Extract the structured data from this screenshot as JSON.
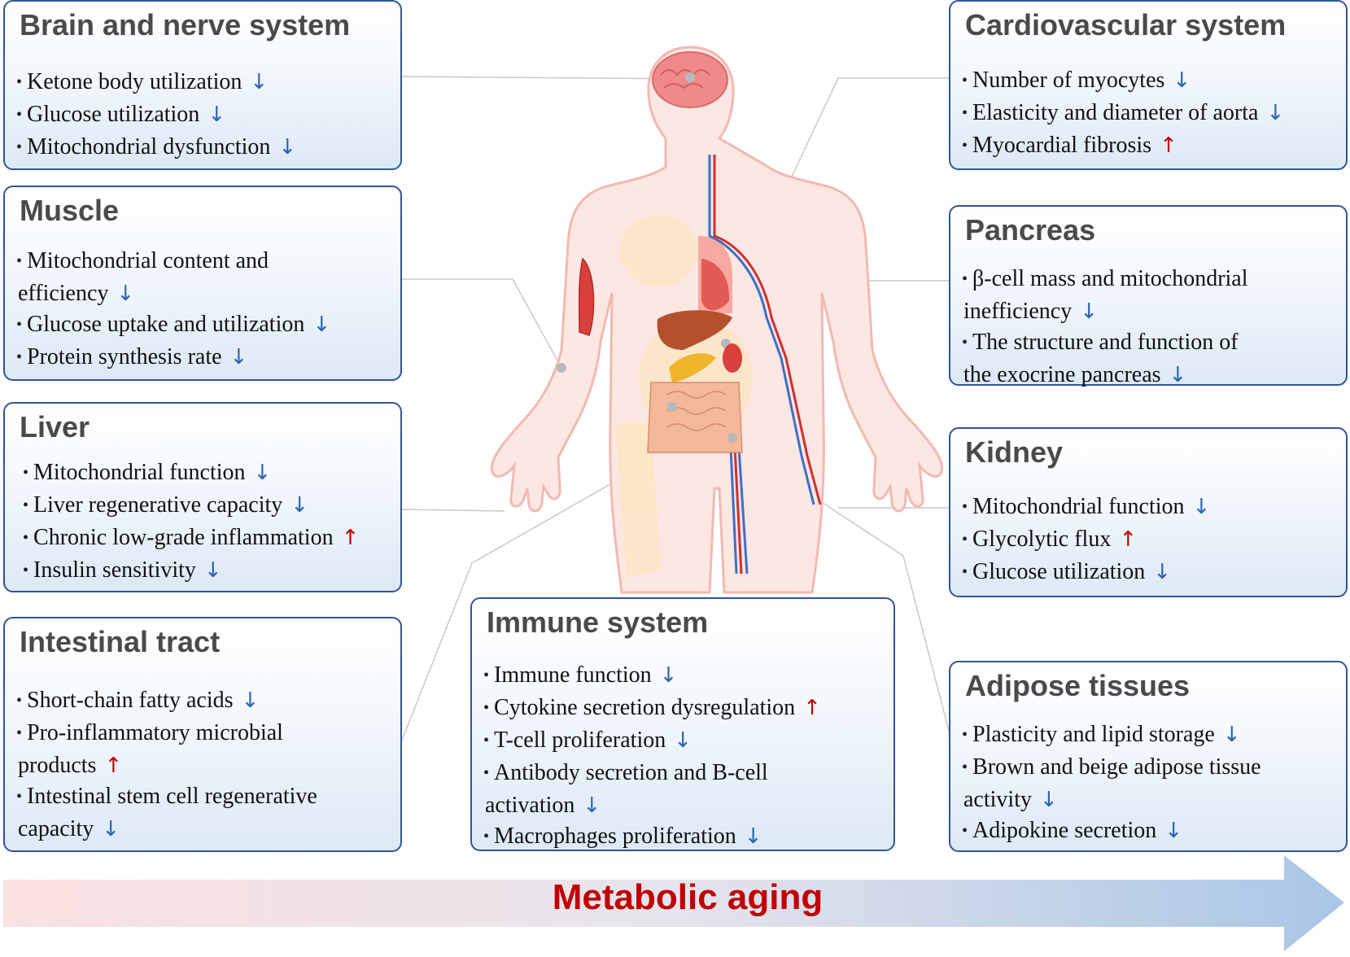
{
  "panels": {
    "brain": {
      "title": "Brain and nerve system",
      "items": [
        {
          "text": "Ketone body utilization",
          "dir": "↓"
        },
        {
          "text": "Glucose utilization",
          "dir": "↓"
        },
        {
          "text": "Mitochondrial dysfunction",
          "dir": "↓"
        }
      ]
    },
    "muscle": {
      "title": "Muscle",
      "items": [
        {
          "text": "Mitochondrial content and"
        },
        {
          "text": "efficiency",
          "dir": "↓",
          "cont": true
        },
        {
          "text": "Glucose uptake and utilization",
          "dir": "↓"
        },
        {
          "text": "Protein synthesis rate",
          "dir": "↓"
        }
      ]
    },
    "liver": {
      "title": "Liver",
      "items": [
        {
          "text": "Mitochondrial function",
          "dir": "↓"
        },
        {
          "text": "Liver regenerative capacity",
          "dir": "↓"
        },
        {
          "text": "Chronic low-grade inflammation",
          "dir": "↑"
        },
        {
          "text": "Insulin sensitivity",
          "dir": "↓"
        }
      ]
    },
    "intestinal": {
      "title": "Intestinal tract",
      "items": [
        {
          "text": "Short-chain fatty acids",
          "dir": "↓"
        },
        {
          "text": "Pro-inflammatory microbial"
        },
        {
          "text": "products",
          "dir": "↑",
          "cont": true
        },
        {
          "text": "Intestinal stem cell regenerative"
        },
        {
          "text": "capacity",
          "dir": "↓",
          "cont": true
        }
      ]
    },
    "immune": {
      "title": "Immune system",
      "items": [
        {
          "text": "Immune function",
          "dir": "↓"
        },
        {
          "text": "Cytokine secretion dysregulation",
          "dir": "↑"
        },
        {
          "text": "T-cell proliferation",
          "dir": "↓"
        },
        {
          "text": "Antibody secretion and B-cell"
        },
        {
          "text": "activation",
          "dir": "↓",
          "cont": true
        },
        {
          "text": "Macrophages proliferation",
          "dir": "↓"
        }
      ]
    },
    "cardio": {
      "title": "Cardiovascular system",
      "items": [
        {
          "text": "Number of myocytes",
          "dir": "↓"
        },
        {
          "text": "Elasticity and diameter of aorta",
          "dir": "↓"
        },
        {
          "text": "Myocardial fibrosis",
          "dir": "↑"
        }
      ]
    },
    "pancreas": {
      "title": "Pancreas",
      "items": [
        {
          "text": "β-cell mass and mitochondrial"
        },
        {
          "text": "inefficiency",
          "dir": "↓",
          "cont": true
        },
        {
          "text": "The structure and function of"
        },
        {
          "text": "the exocrine pancreas",
          "dir": "↓",
          "cont": true
        }
      ]
    },
    "kidney": {
      "title": "Kidney",
      "items": [
        {
          "text": "Mitochondrial function",
          "dir": "↓"
        },
        {
          "text": "Glycolytic flux",
          "dir": "↑"
        },
        {
          "text": "Glucose utilization",
          "dir": "↓"
        }
      ]
    },
    "adipose": {
      "title": "Adipose tissues",
      "items": [
        {
          "text": "Plasticity and lipid storage",
          "dir": "↓"
        },
        {
          "text": "Brown and beige adipose tissue"
        },
        {
          "text": "activity",
          "dir": "↓",
          "cont": true
        },
        {
          "text": "Adipokine secretion",
          "dir": "↓"
        }
      ]
    }
  },
  "arrow": {
    "label": "Metabolic aging"
  },
  "colors": {
    "down": "#2e63b4",
    "up": "#c00000",
    "panel_border": "#2f5597",
    "arrow_label": "#c00000"
  }
}
